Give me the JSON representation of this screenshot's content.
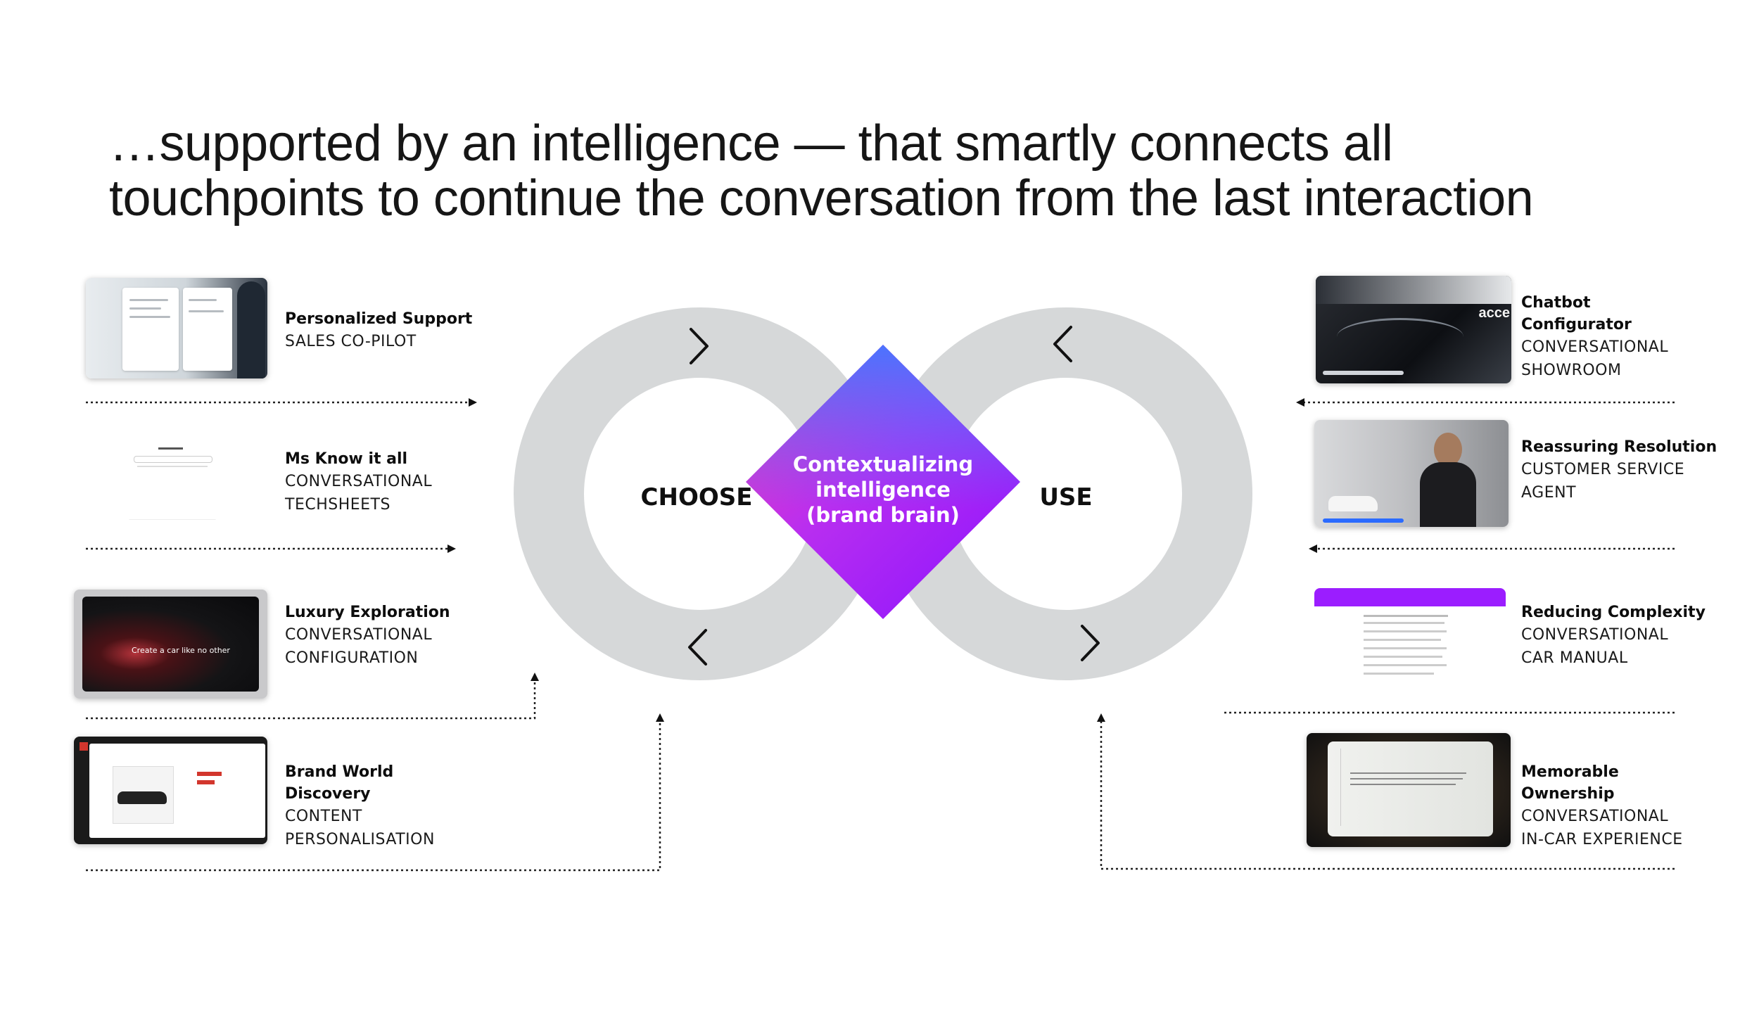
{
  "title": {
    "line1": "…supported by an intelligence — that smartly connects all",
    "line2": "touchpoints to continue the conversation from the last interaction"
  },
  "loop": {
    "left_label": "CHOOSE",
    "right_label": "USE",
    "center": {
      "line1": "Contextualizing",
      "line2": "intelligence",
      "line3": "(brand brain)"
    }
  },
  "left_items": [
    {
      "name": "Personalized Support",
      "sub": [
        "SALES CO-PILOT"
      ]
    },
    {
      "name": "Ms Know it all",
      "sub": [
        "CONVERSATIONAL",
        "TECHSHEETS"
      ]
    },
    {
      "name": "Luxury Exploration",
      "sub": [
        "CONVERSATIONAL",
        "CONFIGURATION"
      ]
    },
    {
      "name_lines": [
        "Brand World",
        "Discovery"
      ],
      "sub": [
        "CONTENT",
        "PERSONALISATION"
      ]
    }
  ],
  "right_items": [
    {
      "name_lines": [
        "Chatbot",
        "Configurator"
      ],
      "sub": [
        "CONVERSATIONAL",
        "SHOWROOM"
      ]
    },
    {
      "name": "Reassuring Resolution",
      "sub": [
        "CUSTOMER SERVICE",
        "AGENT"
      ]
    },
    {
      "name": "Reducing Complexity",
      "sub": [
        "CONVERSATIONAL",
        "CAR MANUAL"
      ]
    },
    {
      "name_lines": [
        "Memorable",
        "Ownership"
      ],
      "sub": [
        "CONVERSATIONAL",
        "IN-CAR EXPERIENCE"
      ]
    }
  ],
  "thumbnail_texts": {
    "luxury": "Create a car like no other",
    "chatbot_brand": "acce"
  },
  "colors": {
    "loop_gray": "#d6d8d9",
    "diamond_top": "#4f6bff",
    "diamond_left": "#f23fb8",
    "diamond_right": "#9b22ff",
    "diamond_bottom": "#a800ff"
  }
}
